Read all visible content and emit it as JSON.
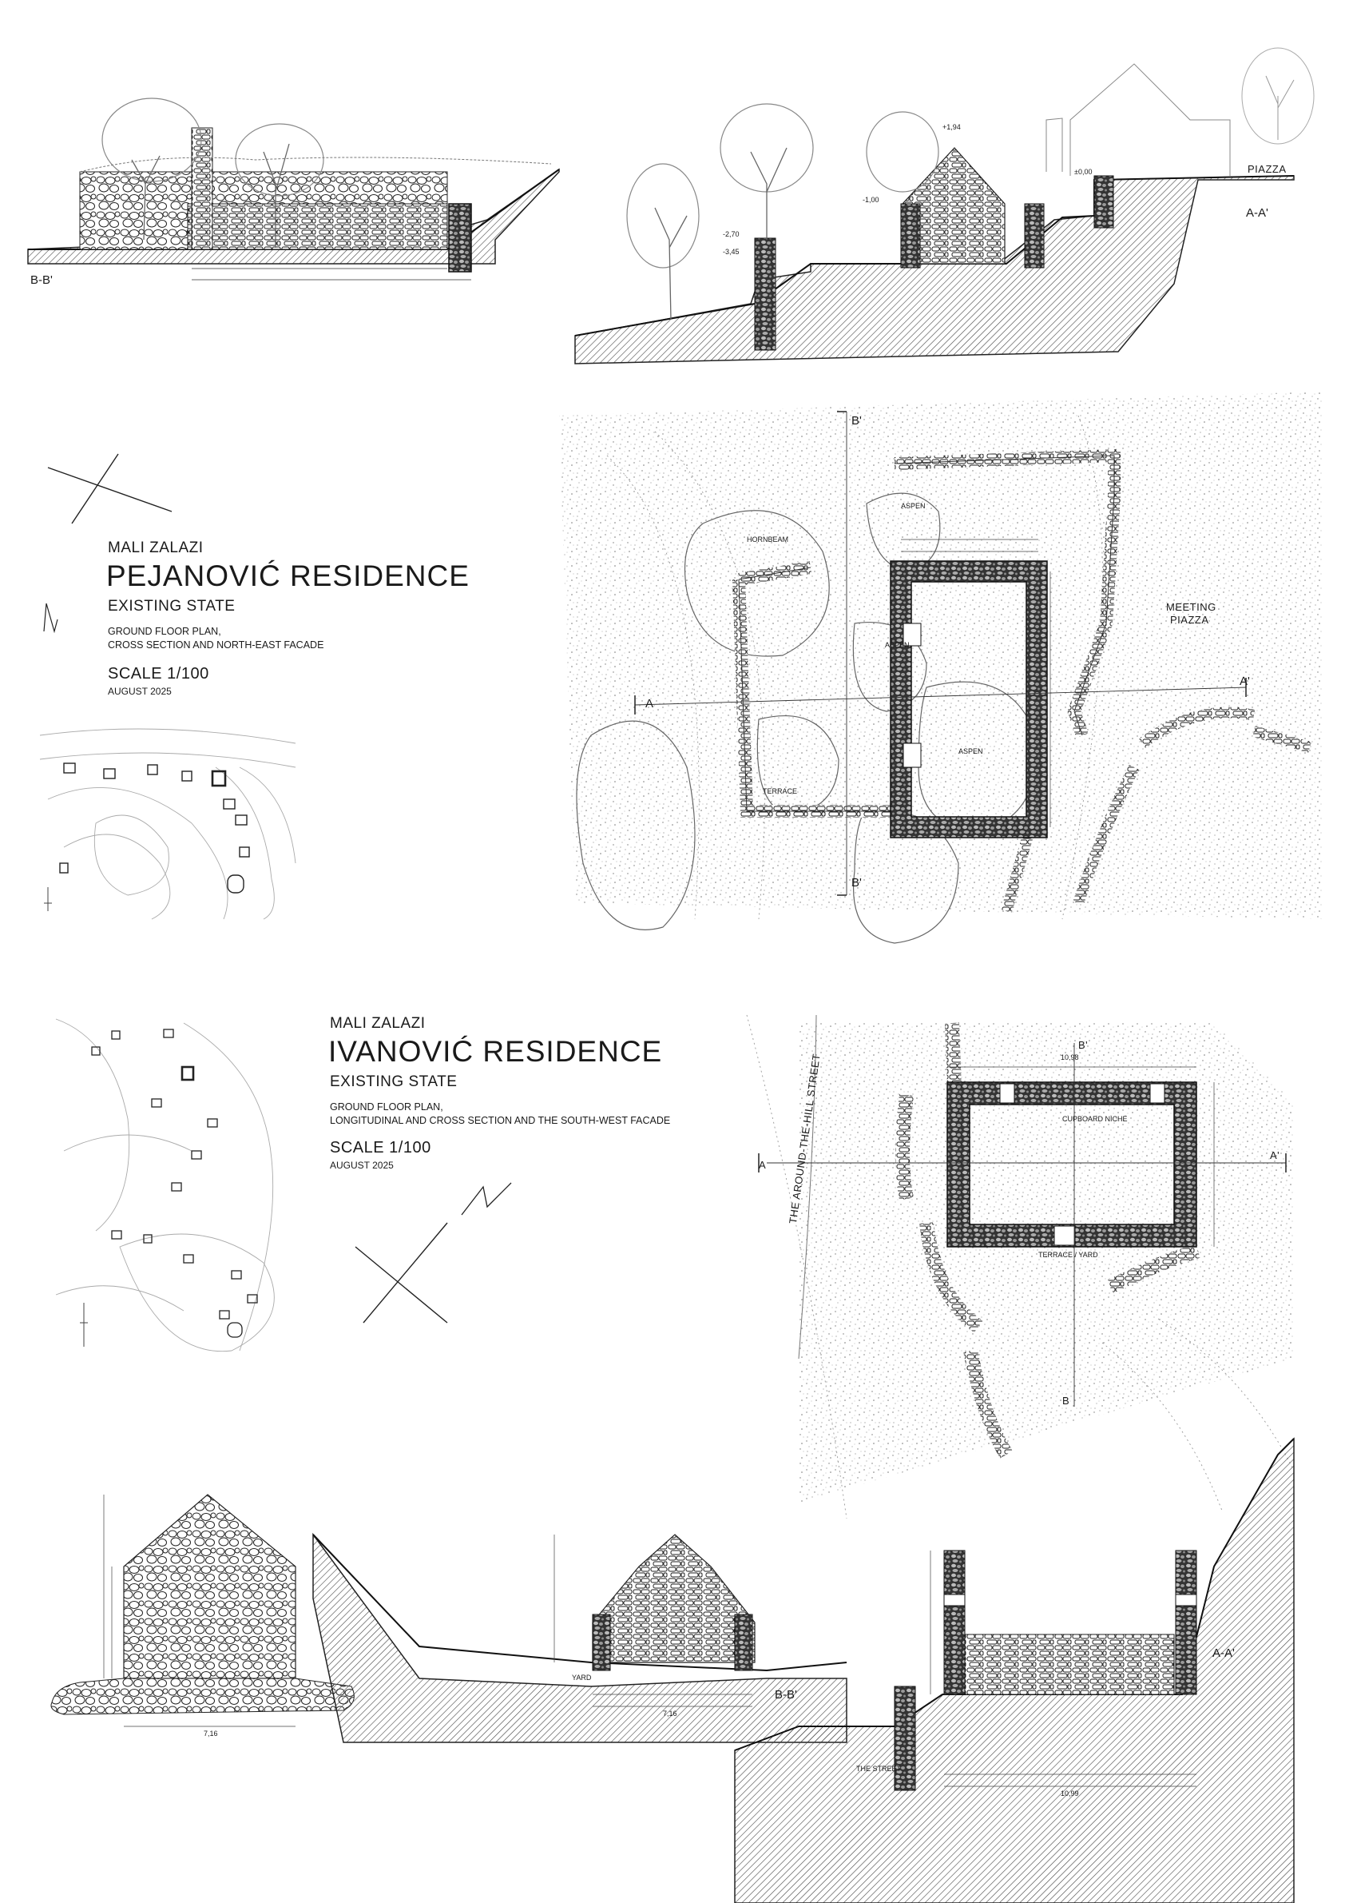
{
  "sheet": {
    "project": "MALI ZALAZI",
    "date": "AUGUST 2025",
    "scale": "SCALE 1/100",
    "state": "EXISTING STATE"
  },
  "pejanovic": {
    "title": "PEJANOVIĆ RESIDENCE",
    "desc_line1": "GROUND FLOOR PLAN,",
    "desc_line2": "CROSS SECTION AND NORTH-EAST FACADE",
    "section_b": "B-B'",
    "section_a": "A-A'",
    "piazza": "PIAZZA",
    "meeting_piazza_1": "MEETING",
    "meeting_piazza_2": "PIAZZA",
    "terrace": "TERRACE",
    "aspen_1": "ASPEN",
    "aspen_2": "ASPEN",
    "hornbeam": "HORNBEAM",
    "marker_a": "A",
    "marker_a2": "A'",
    "marker_b": "B",
    "marker_b2": "B'",
    "elev_plus194": "+1,94",
    "elev_zero": "±0,00",
    "elev_minus270": "-2,70",
    "elev_minus345": "-3,45",
    "elev_minus100": "-1,00"
  },
  "ivanovic": {
    "title": "IVANOVIĆ RESIDENCE",
    "desc_line1": "GROUND FLOOR PLAN,",
    "desc_line2": "LONGITUDINAL AND CROSS SECTION AND THE SOUTH-WEST FACADE",
    "street_label": "THE AROUND-THE-HILL STREET",
    "terrace_yard": "TERRACE / YARD",
    "cupboard": "CUPBOARD NICHE",
    "yard": "YARD",
    "the_street": "THE STREET",
    "section_b": "B-B'",
    "section_a": "A-A'",
    "marker_a": "A",
    "marker_a2": "A'",
    "marker_b": "B",
    "marker_b2": "B'",
    "dim_716a": "7,16",
    "dim_716b": "7,16",
    "dim_1099": "10,99",
    "dim_1098": "10,98"
  },
  "colors": {
    "ink": "#1a1a1a",
    "hatch": "#555555",
    "stone_fill": "#2a2a2a",
    "paper": "#ffffff"
  }
}
